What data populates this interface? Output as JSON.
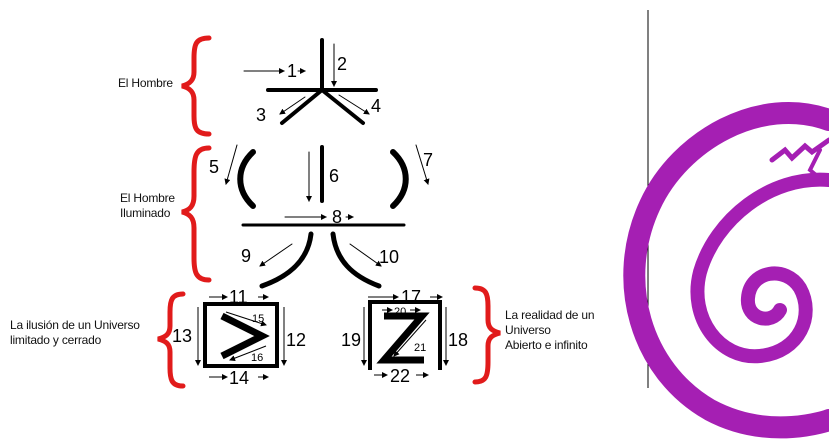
{
  "labels": {
    "hombre": "El Hombre",
    "iluminado": [
      "El Hombre",
      "Iluminado"
    ],
    "ilusion": [
      "La ilusión de un Universo",
      "limitado y cerrado"
    ],
    "realidad": [
      "La realidad de un",
      "Universo",
      "Abierto e infinito"
    ]
  },
  "strokes": {
    "n1": "1",
    "n2": "2",
    "n3": "3",
    "n4": "4",
    "n5": "5",
    "n6": "6",
    "n7": "7",
    "n8": "8",
    "n9": "9",
    "n10": "10",
    "n11": "11",
    "n12": "12",
    "n13": "13",
    "n14": "14",
    "n15": "15",
    "n16": "16",
    "n17": "17",
    "n18": "18",
    "n19": "19",
    "n20": "20",
    "n21": "21",
    "n22": "22"
  },
  "colors": {
    "bracket": "#e11b1b",
    "spiral": "#a51fb3",
    "ink": "#000000"
  },
  "icons": {
    "bracket": "curly-brace",
    "spiral": "spiral-icon"
  }
}
